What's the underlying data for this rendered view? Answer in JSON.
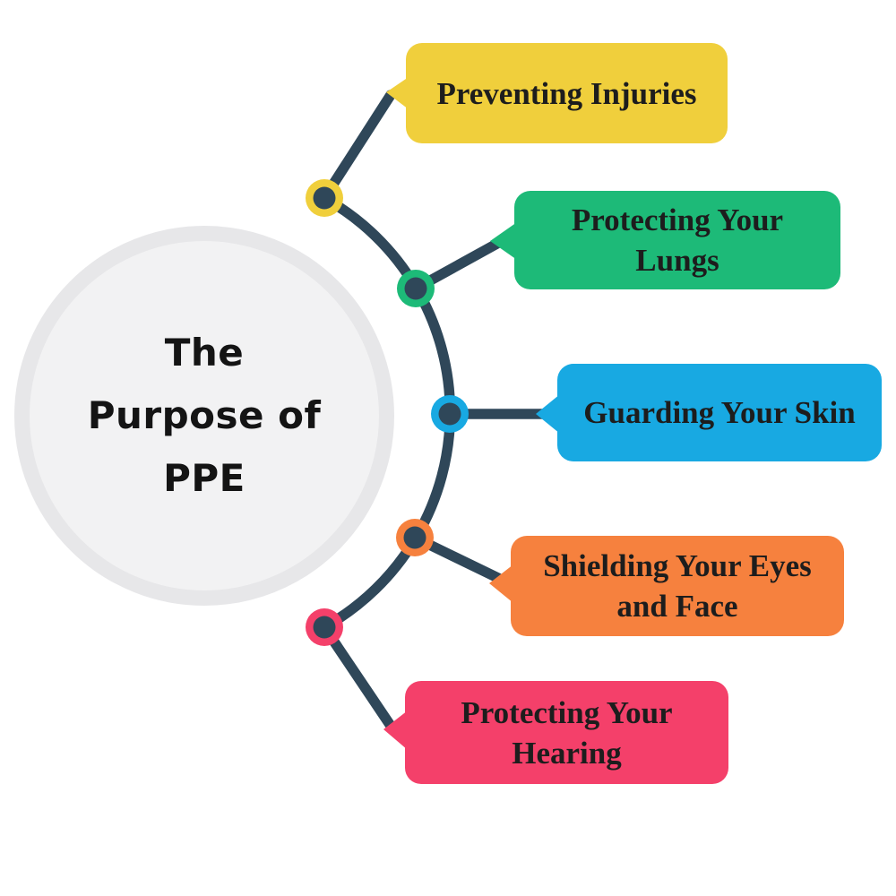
{
  "title": {
    "line1": "The",
    "line2": "Purpose of",
    "line3": "PPE"
  },
  "colors": {
    "background": "#FFFFFF",
    "connector": "#2F4759",
    "circle_fill": "#F2F2F3",
    "circle_ring": "#E7E7E9",
    "title_text": "#141414",
    "label_text": "#1D1D1D"
  },
  "items": [
    {
      "id": "preventing-injuries",
      "label_line1": "Preventing Injuries",
      "label_line2": "",
      "color": "#F0CF3C"
    },
    {
      "id": "protecting-your-lungs",
      "label_line1": "Protecting Your",
      "label_line2": "Lungs",
      "color": "#1DBA78"
    },
    {
      "id": "guarding-your-skin",
      "label_line1": "Guarding Your Skin",
      "label_line2": "",
      "color": "#18A9E2"
    },
    {
      "id": "shielding-your-eyes-and-face",
      "label_line1": "Shielding Your Eyes",
      "label_line2": "and Face",
      "color": "#F6813E"
    },
    {
      "id": "protecting-your-hearing",
      "label_line1": "Protecting Your",
      "label_line2": "Hearing",
      "color": "#F4406A"
    }
  ]
}
